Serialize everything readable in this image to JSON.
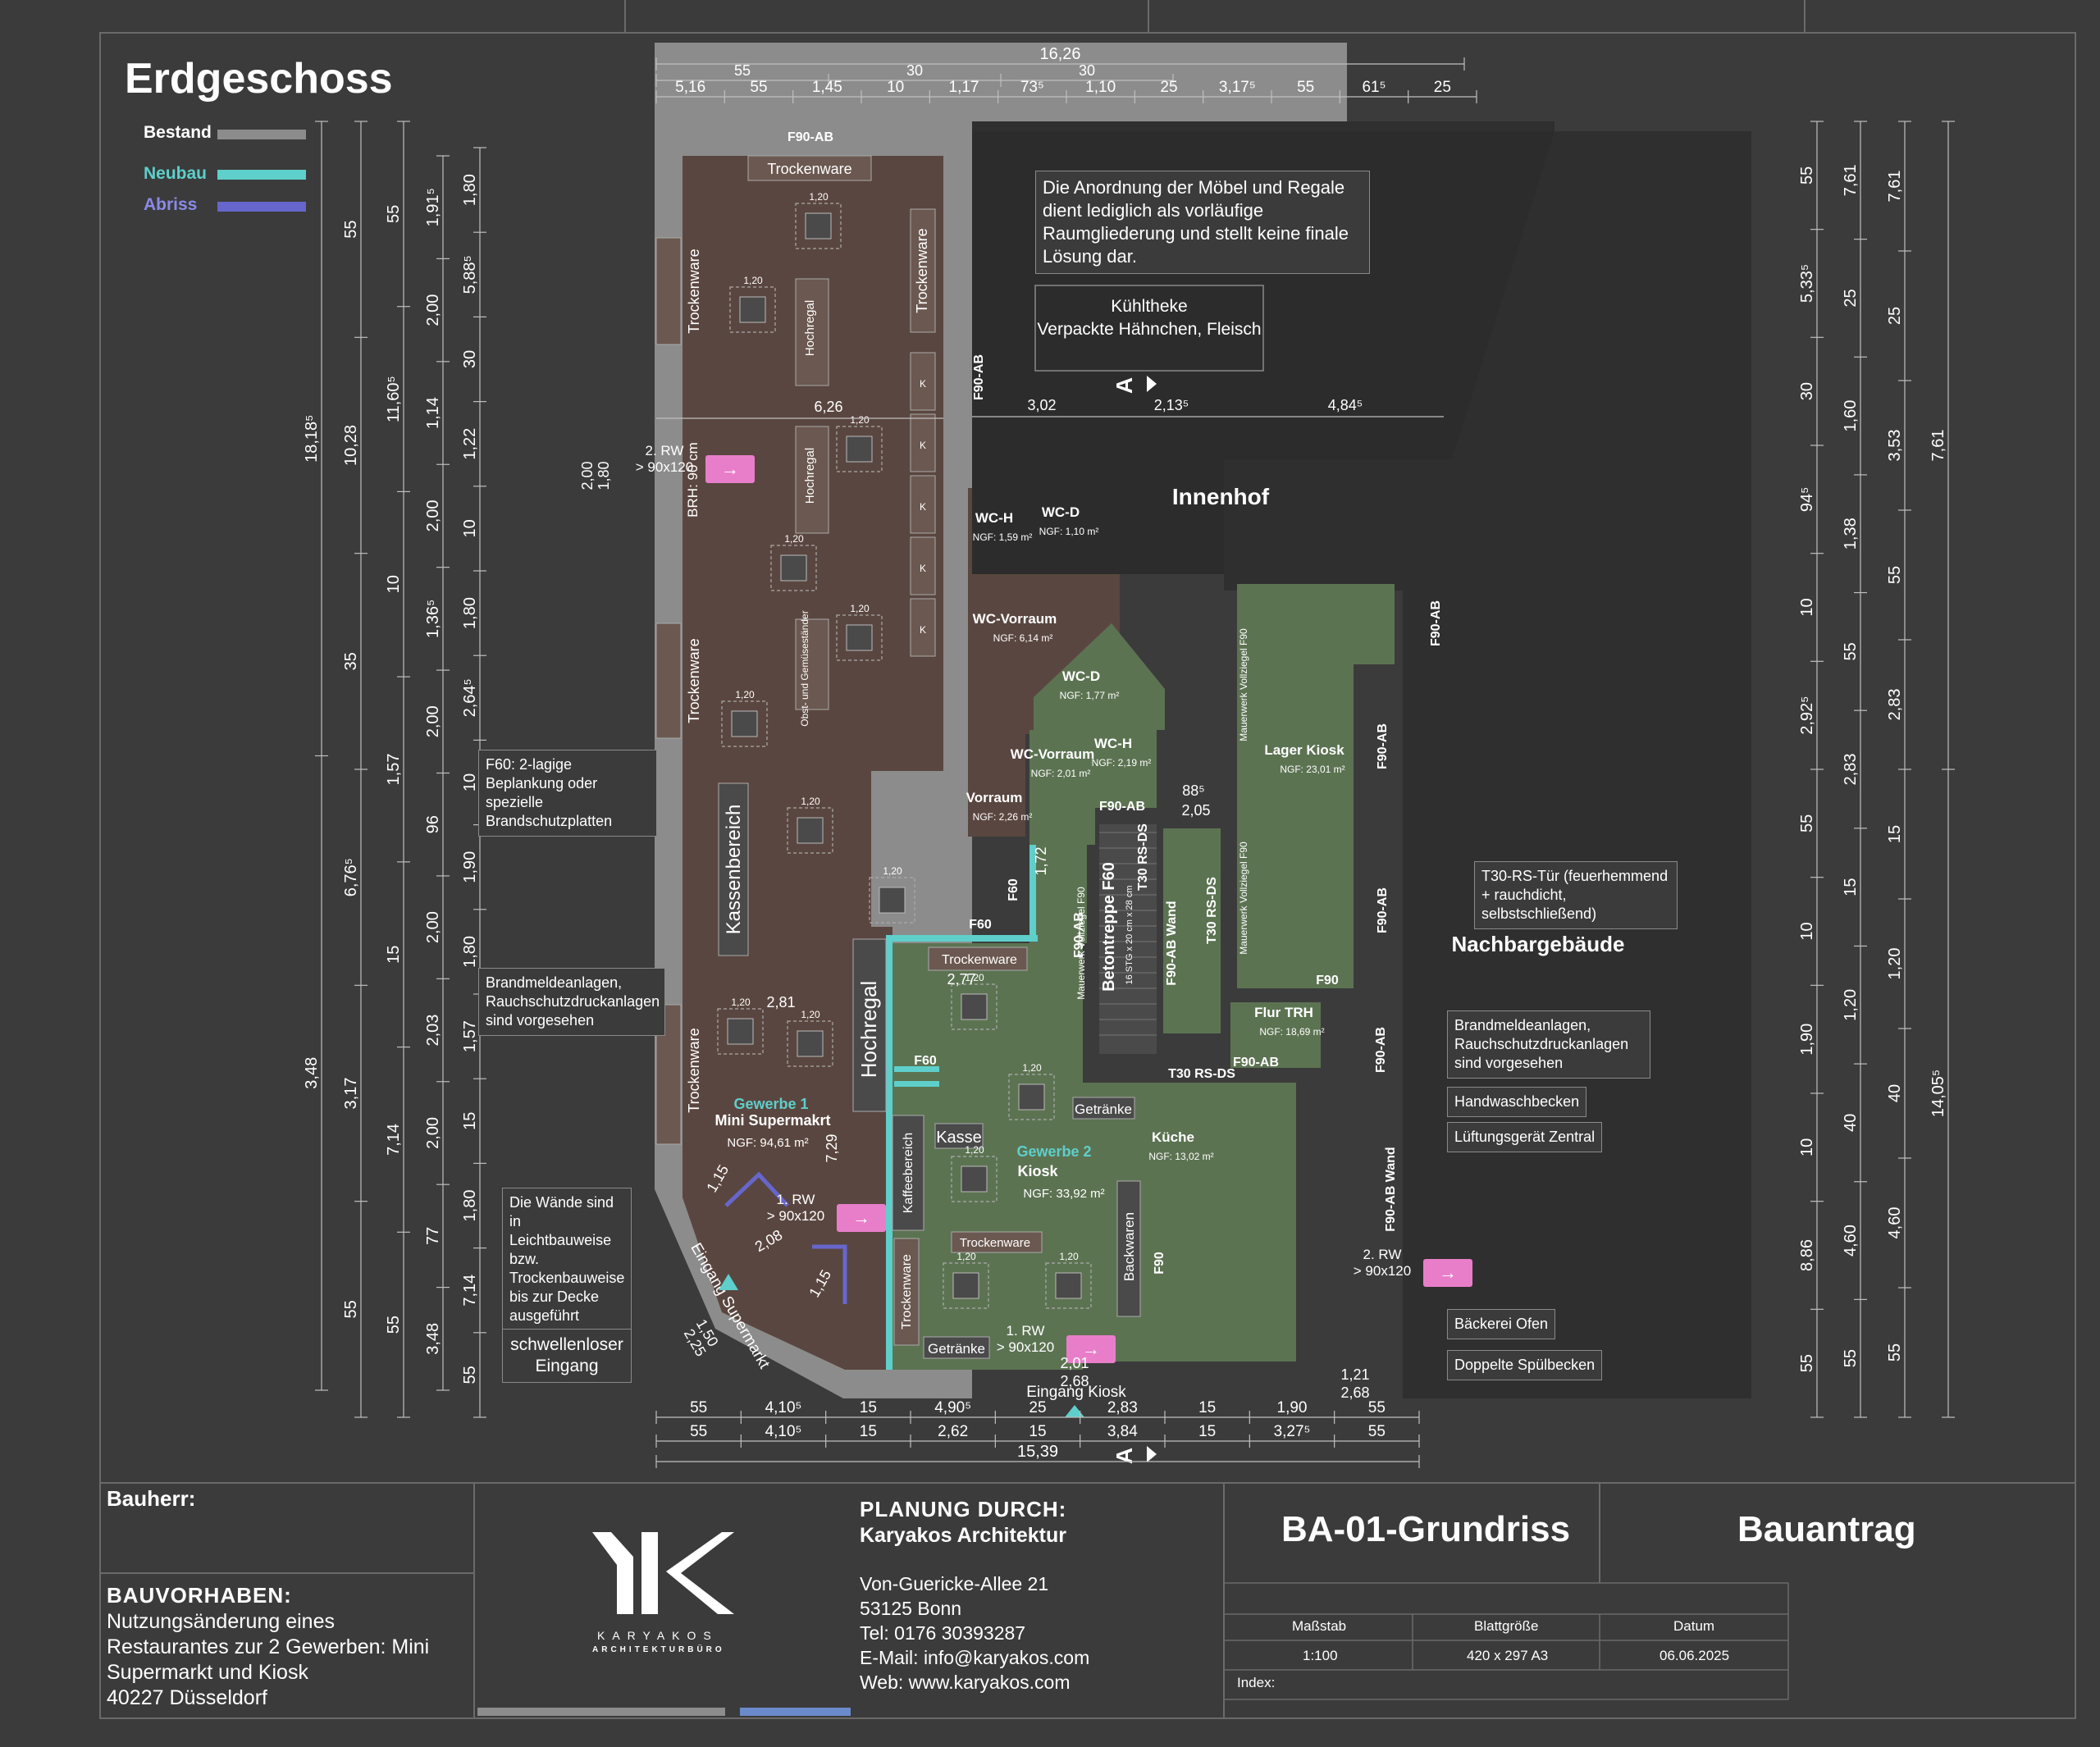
{
  "floor": "Erdgeschoss",
  "legend": [
    {
      "label": "Bestand",
      "color": "#8c8c8c"
    },
    {
      "label": "Neubau",
      "color": "#5ecfcb"
    },
    {
      "label": "Abriss",
      "color": "#6666cc"
    }
  ],
  "colors": {
    "existing_room": "#5a4640",
    "new_room": "#5c7352",
    "wall": "#8c8c8c",
    "neubau": "#5ecfcb",
    "exit_sign": "#e87ec9"
  },
  "dimensions_top_row1": [
    "16,26"
  ],
  "dimensions_top_row2": [
    "55",
    "30",
    "30"
  ],
  "dimensions_top_row3": [
    "5,16",
    "55",
    "1,45",
    "10",
    "1,17",
    "73⁵",
    "1,10",
    "25",
    "3,17⁵",
    "55",
    "61⁵",
    "25"
  ],
  "dimensions_bottom_row1": [
    "55",
    "4,10⁵",
    "15",
    "4,90⁵",
    "25",
    "2,83",
    "15",
    "1,90",
    "55"
  ],
  "dimensions_bottom_row2": [
    "55",
    "4,10⁵",
    "15",
    "2,62",
    "15",
    "3,84",
    "15",
    "3,27⁵",
    "55"
  ],
  "dimensions_bottom_total": "15,39",
  "dimensions_left_col1": [
    "18,18⁵",
    "3,48"
  ],
  "dimensions_left_col2": [
    "55",
    "10,28",
    "35",
    "6,76⁵",
    "3,17",
    "55"
  ],
  "dimensions_left_col3": [
    "55",
    "11,60⁵",
    "10",
    "1,57",
    "15",
    "7,14",
    "55"
  ],
  "dimensions_left_col4": [
    "1,91⁵",
    "2,00",
    "1,14",
    "2,00",
    "1,36⁵",
    "2,00",
    "96",
    "2,00",
    "2,03",
    "2,00",
    "77",
    "3,48"
  ],
  "dimensions_left_col5": [
    "1,80",
    "5,88⁵",
    "30",
    "1,22",
    "10",
    "1,80",
    "2,64⁵",
    "10",
    "1,90",
    "1,80",
    "1,57",
    "15",
    "1,80",
    "7,14",
    "55"
  ],
  "dimensions_right_col1": [
    "55",
    "5,33⁵",
    "30",
    "94⁵",
    "10",
    "2,92⁵",
    "55",
    "10",
    "1,90",
    "10",
    "8,86",
    "55"
  ],
  "dimensions_right_col2": [
    "7,61",
    "25",
    "1,60",
    "1,38",
    "55",
    "2,83",
    "15",
    "1,20",
    "40",
    "4,60",
    "55"
  ],
  "dimensions_right_col3": [
    "7,61",
    "25",
    "3,53",
    "55",
    "2,83",
    "15",
    "1,20",
    "40",
    "4,60",
    "55"
  ],
  "dimensions_right_col4": [
    "7,61",
    "14,05⁵"
  ],
  "dimensions_interior": [
    "6,26",
    "3,02",
    "2,13⁵",
    "4,84⁵",
    "2,00",
    "1,80",
    "88⁵",
    "2,05",
    "1,72",
    "2,81",
    "2,77",
    "7,29",
    "1,15",
    "2,08",
    "1,15",
    "1,50",
    "2,25",
    "2,01",
    "2,68",
    "1,21",
    "2,68"
  ],
  "wall_ratings": [
    "F90-AB",
    "F90-AB",
    "F60",
    "F60",
    "F60",
    "F90-AB",
    "F90-AB",
    "F90-AB",
    "F90-AB",
    "F90-AB",
    "F90-AB",
    "F90-AB",
    "F90-AB Wand",
    "F90-AB Wand",
    "F90",
    "F90",
    "T30 RS-DS",
    "T30 RS-DS",
    "T30 RS-DS"
  ],
  "rooms": [
    {
      "name": "Innenhof"
    },
    {
      "name": "Nachbargebäude"
    },
    {
      "name": "WC-H",
      "area": "NGF: 1,59 m²"
    },
    {
      "name": "WC-D",
      "area": "NGF: 1,10 m²"
    },
    {
      "name": "WC-Vorraum",
      "area": "NGF: 6,14 m²"
    },
    {
      "name": "WC-D",
      "area": "NGF: 1,77 m²"
    },
    {
      "name": "WC-H",
      "area": "NGF: 2,19 m²"
    },
    {
      "name": "WC-Vorraum",
      "area": "NGF: 2,01 m²"
    },
    {
      "name": "Vorraum",
      "area": "NGF: 2,26 m²"
    },
    {
      "name": "Lager Kiosk",
      "area": "NGF: 23,01 m²"
    },
    {
      "name": "Flur TRH",
      "area": "NGF: 18,69 m²"
    },
    {
      "name": "Küche",
      "area": "NGF: 13,02 m²"
    },
    {
      "name": "Gewerbe 1",
      "subtitle": "Mini Supermakrt",
      "area": "NGF: 94,61 m²"
    },
    {
      "name": "Gewerbe 2",
      "subtitle": "Kiosk",
      "area": "NGF: 33,92 m²"
    }
  ],
  "furniture": [
    "Trockenware",
    "Trockenware",
    "Trockenware",
    "Trockenware",
    "Trockenware",
    "Trockenware",
    "Trockenware",
    "Trockenware",
    "Hochregal",
    "Hochregal",
    "Hochregal",
    "Obst- und Gemüseständer",
    "Kassenbereich",
    "Kasse",
    "Kaffeebereich",
    "Getränke",
    "Getränke",
    "Backwaren",
    "Betontreppe F60",
    "16 STG x 20 cm x 28 cm",
    "Mauerwerk Vollziegel F90",
    "Mauerwerk Vollziegel F90",
    "Mauerwerk Vollziegel F90",
    "Kühltheke",
    "Verpackte Hähnchen, Fleisch",
    "BRH: 90 cm",
    "1,20",
    "K"
  ],
  "exits": [
    "2. RW",
    "> 90x120",
    "1. RW",
    "> 90x120",
    "1. RW",
    "> 90x120",
    "2. RW",
    "> 90x120"
  ],
  "entrances": [
    "Eingang Supermarkt",
    "Eingang Kiosk"
  ],
  "section_marker": "A",
  "notes": [
    "Die Anordnung der Möbel und Regale dient lediglich als vorläufige Raumgliederung und stellt keine finale Lösung dar.",
    "F60: 2-lagige Beplankung oder spezielle Brandschutzplatten",
    "Brandmeldeanlagen, Rauchschutzdruckanlagen sind vorgesehen",
    "Die Wände sind in Leichtbauweise bzw. Trockenbauweise bis zur Decke ausgeführt",
    "schwellenloser Eingang",
    "T30-RS-Tür (feuerhemmend + rauchdicht, selbstschließend)",
    "Brandmeldeanlagen, Rauchschutzdruckanlagen sind vorgesehen",
    "Handwaschbecken",
    "Lüftungsgerät Zentral",
    "Bäckerei Ofen",
    "Doppelte Spülbecken"
  ],
  "titleblock": {
    "bauherr_label": "Bauherr:",
    "bauvorhaben_label": "BAUVORHABEN:",
    "bauvorhaben_lines": [
      "Nutzungsänderung eines",
      "Restaurantes zur 2 Gewerben: Mini",
      "Supermarkt und Kiosk",
      "40227 Düsseldorf"
    ],
    "planung_label": "PLANUNG DURCH:",
    "office_name": "Karyakos Architektur",
    "office_lines": [
      "Von-Guericke-Allee 21",
      "53125 Bonn",
      "Tel: 0176 30393287",
      "E-Mail: info@karyakos.com",
      "Web: www.karyakos.com"
    ],
    "logo_text": "KARYAKOS",
    "logo_subtext": "ARCHITEKTURBÜRO",
    "drawing_title": "BA-01-Grundriss",
    "drawing_type": "Bauantrag",
    "massstab_label": "Maßstab",
    "massstab": "1:100",
    "blattgroesse_label": "Blattgröße",
    "blattgroesse": "420 x 297 A3",
    "datum_label": "Datum",
    "datum": "06.06.2025",
    "index_label": "Index:"
  }
}
